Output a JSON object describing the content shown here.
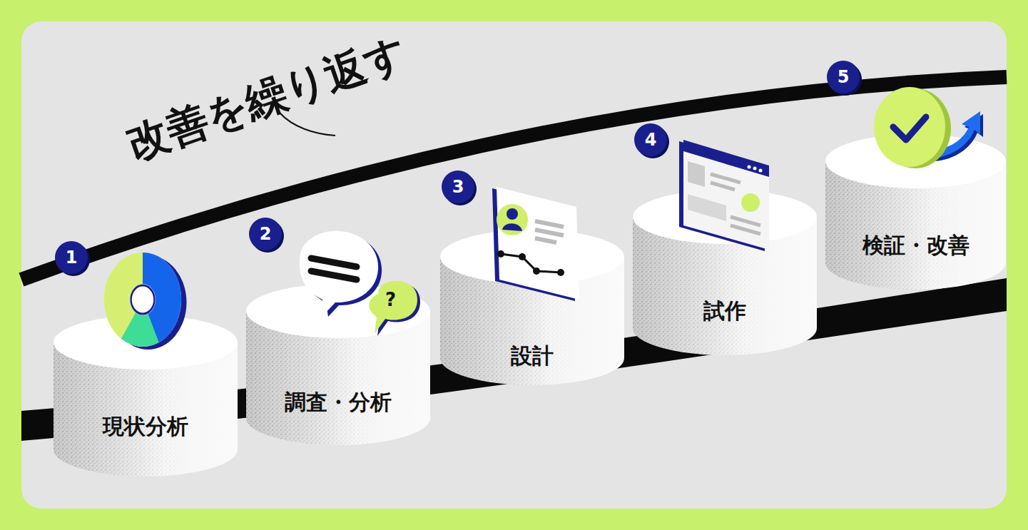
{
  "diagram": {
    "title": "改善を繰り返す",
    "nodes": [
      {
        "text": [
          "現状分析"
        ]
      },
      {
        "text": [
          "調査・分析"
        ]
      },
      {
        "text": [
          "設計"
        ]
      },
      {
        "text": [
          "試作"
        ]
      },
      {
        "text": [
          "検証・改善"
        ]
      }
    ],
    "labels": [
      "1",
      "2",
      "3",
      "4",
      "5",
      "?"
    ]
  }
}
